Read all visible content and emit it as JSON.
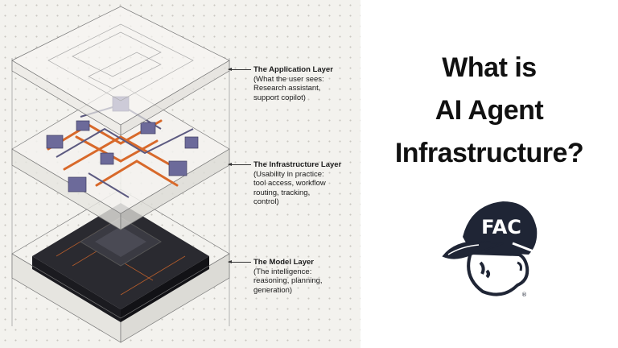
{
  "diagram": {
    "layers": [
      {
        "title": "The Application Layer",
        "lines": [
          "(What the user sees:",
          "Research assistant,",
          "support copilot)"
        ]
      },
      {
        "title": "The Infrastructure Layer",
        "lines": [
          "(Usability in practice:",
          "tool access, workflow",
          "routing, tracking,",
          "control)"
        ]
      },
      {
        "title": "The Model Layer",
        "lines": [
          "(The intelligence:",
          "reasoning, planning,",
          "generation)"
        ]
      }
    ],
    "colors": {
      "accent": "#d8692a",
      "node": "#6c6a9a",
      "chip": "#2a2a30"
    }
  },
  "headline": {
    "line1": "What is",
    "line2": "AI Agent",
    "line3": "Infrastructure?"
  },
  "logo": {
    "text": "FAC",
    "mark": "®"
  }
}
